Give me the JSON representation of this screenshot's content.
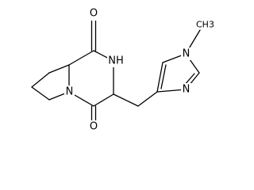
{
  "molecule": {
    "atoms": {
      "o_top": "O",
      "nh": "NH",
      "n_ring": "N",
      "o_bottom": "O",
      "n_methyl": "N",
      "methyl": "CH3",
      "n_imidazole": "N"
    }
  },
  "colors": {
    "bond": "#000000",
    "background": "#ffffff"
  }
}
